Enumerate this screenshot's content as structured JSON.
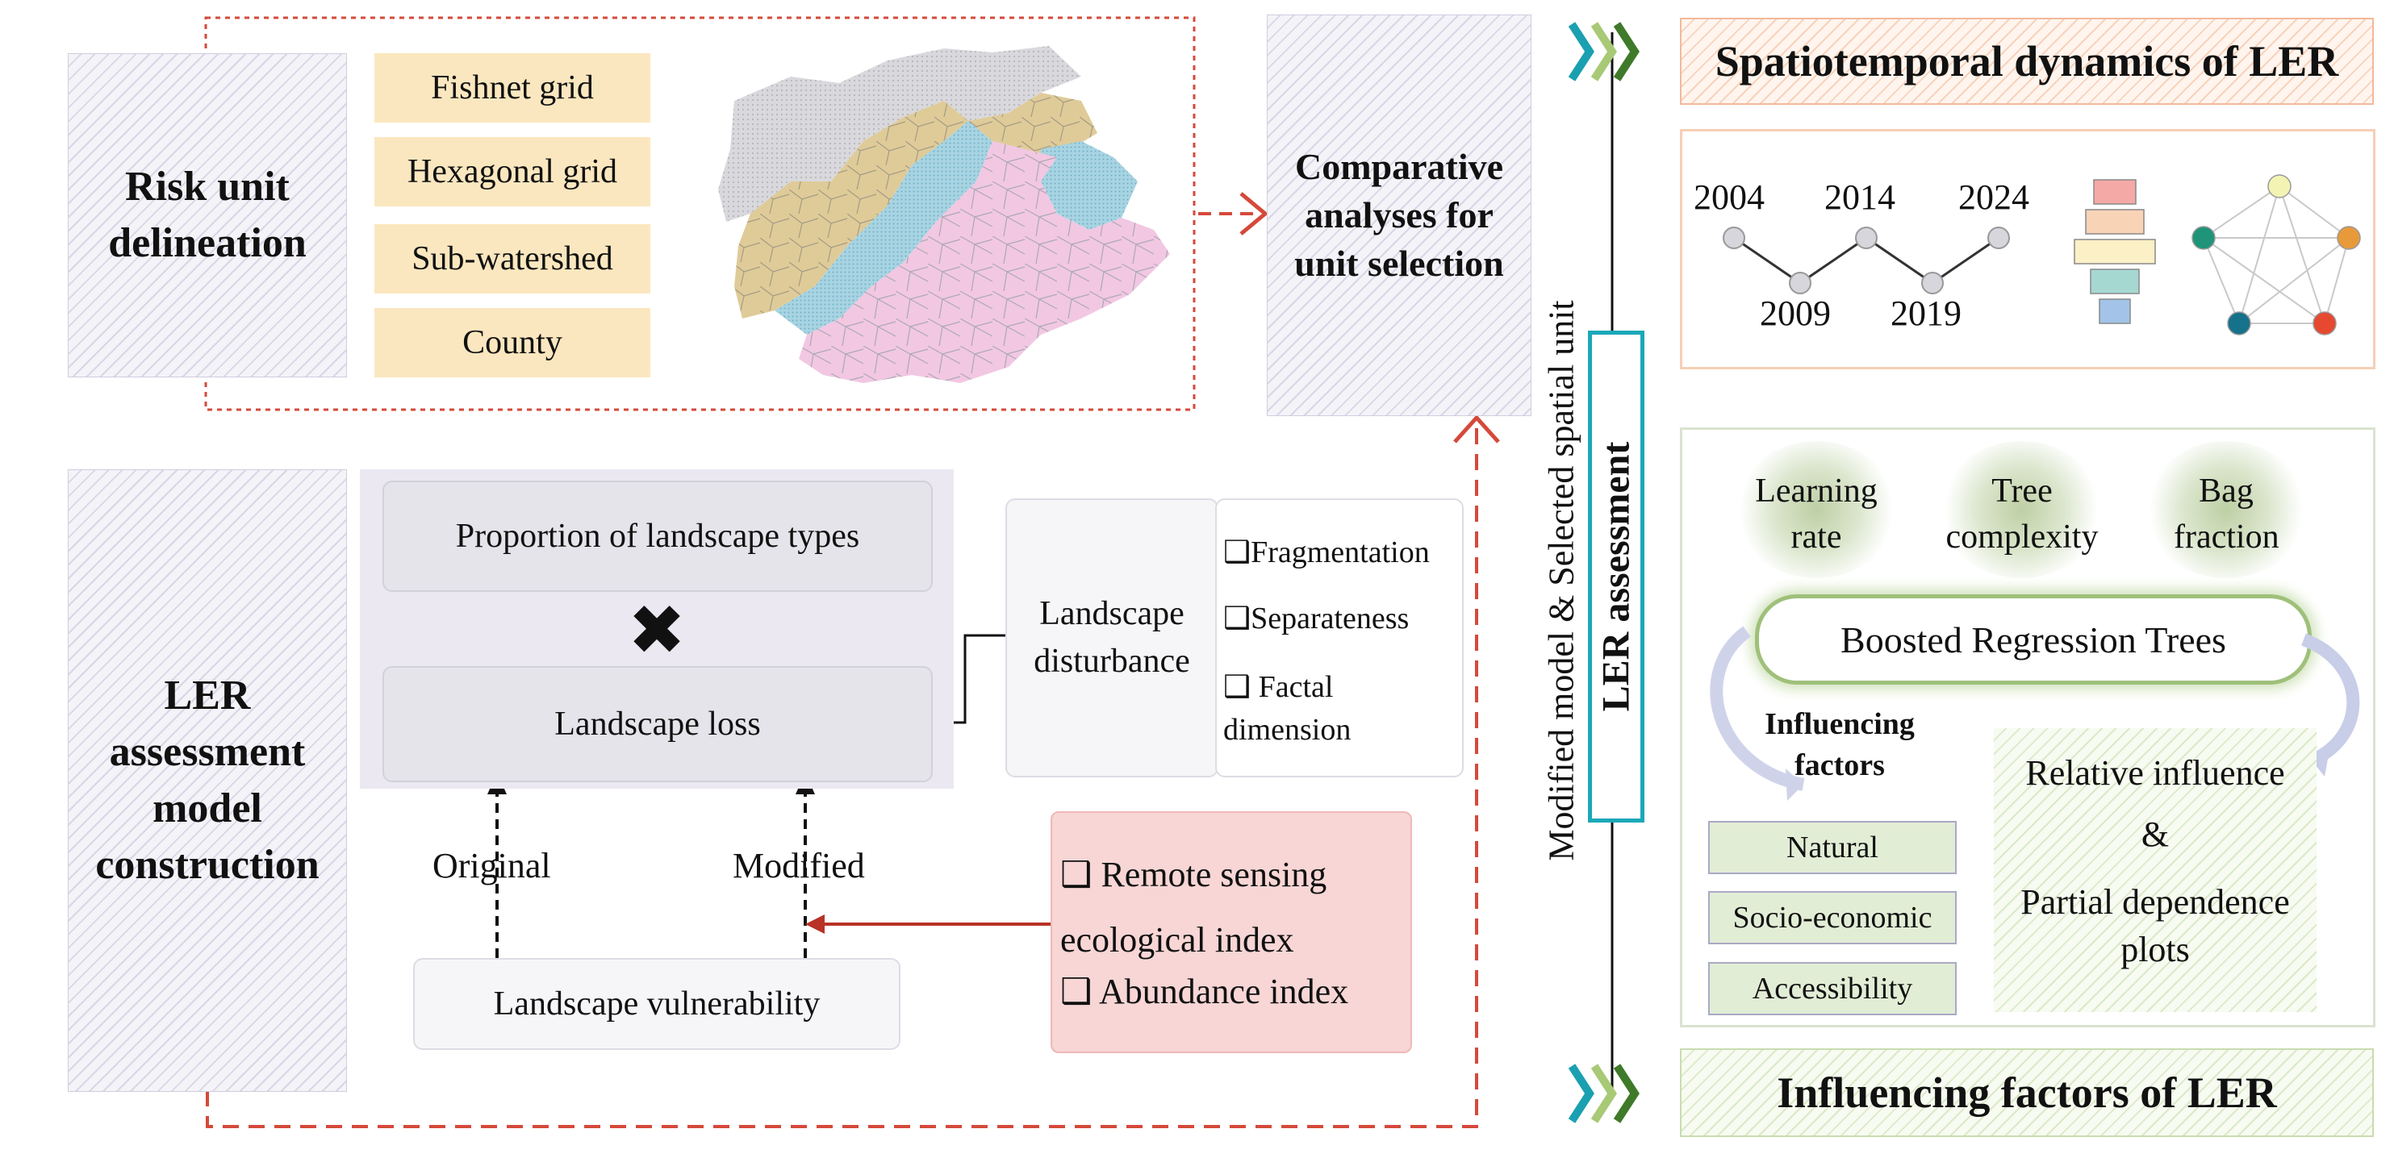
{
  "top_left": {
    "title": "Risk unit delineation",
    "options": [
      "Fishnet grid",
      "Hexagonal grid",
      "Sub-watershed",
      "County"
    ],
    "map_icon": "study-area-map"
  },
  "comparative": {
    "title": "Comparative analyses for unit selection"
  },
  "model": {
    "title": "LER assessment model construction",
    "proportion": "Proportion of landscape types",
    "multiply_icon": "multiply-icon",
    "loss": "Landscape loss",
    "disturbance": "Landscape disturbance",
    "disturbance_items": [
      "Fragmentation",
      "Separateness",
      "Factal dimension"
    ],
    "original": "Original",
    "modified": "Modified",
    "vulnerability": "Landscape vulnerability",
    "indices": [
      "Remote sensing ecological index",
      "Abundance index"
    ]
  },
  "center": {
    "vertical_label": "Modified model & Selected spatial unit",
    "ler_assessment": "LER assessment"
  },
  "right_top": {
    "title": "Spatiotemporal dynamics of LER",
    "years_top": [
      "2004",
      "2014",
      "2024"
    ],
    "years_bottom": [
      "2009",
      "2019"
    ],
    "bar_colors": [
      "#f4a9a6",
      "#f9d3b6",
      "#fbf0c6",
      "#a6d8d2",
      "#a3c4e8"
    ],
    "node_colors": [
      "#f3f3b4",
      "#e89a3a",
      "#e6492f",
      "#16728a",
      "#1f9478"
    ]
  },
  "right_bottom": {
    "params": [
      "Learning rate",
      "Tree complexity",
      "Bag fraction"
    ],
    "brt": "Boosted Regression Trees",
    "influencing": "Influencing factors",
    "factors": [
      "Natural",
      "Socio-economic",
      "Accessibility"
    ],
    "outputs": [
      "Relative influence",
      "&",
      "Partial dependence plots"
    ],
    "title": "Influencing factors of LER"
  },
  "colors": {
    "red_arrow": "#d5493a",
    "teal_border": "#1aa8b8",
    "dark": "#111111"
  }
}
